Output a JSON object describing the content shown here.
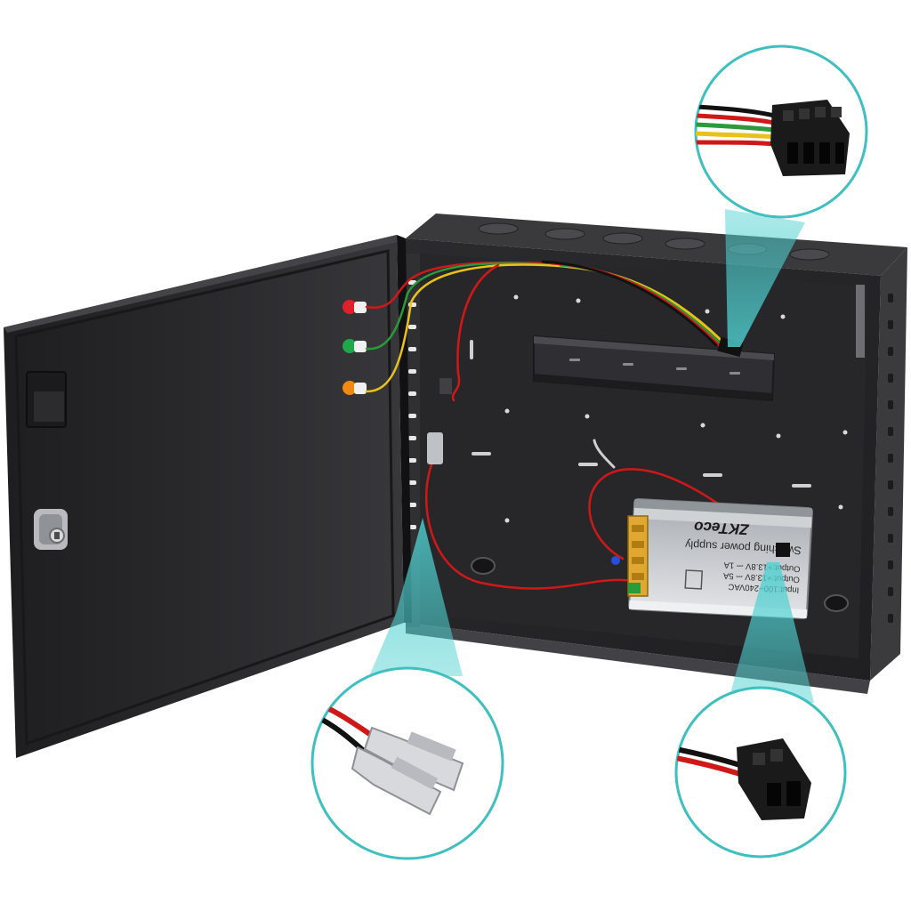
{
  "product": {
    "brand": "ZKTeco",
    "psu_title": "Switching power supply",
    "psu_input": "Input:100~240VAC",
    "psu_output_1": "Output:+13.8V ⎓ 5A",
    "psu_output_2": "Output:+13.8V ⎓ 1A"
  },
  "colors": {
    "background": "#ffffff",
    "enclosure": "#2a2a2c",
    "callout_ring": "#3fbfbf",
    "callout_beam": "#4fd1d1",
    "psu_casing": "#c9ccd0",
    "led_red": "#e0202a",
    "led_green": "#1fa84a",
    "led_orange": "#f08a10",
    "wire_red": "#d01818",
    "wire_yellow": "#e8c21a",
    "wire_green": "#2a9a3a",
    "wire_black": "#111111"
  },
  "callouts": [
    {
      "name": "multi-wire-terminal-connector-icon"
    },
    {
      "name": "spade-crimp-terminal-icon"
    },
    {
      "name": "two-pin-terminal-connector-icon"
    }
  ]
}
